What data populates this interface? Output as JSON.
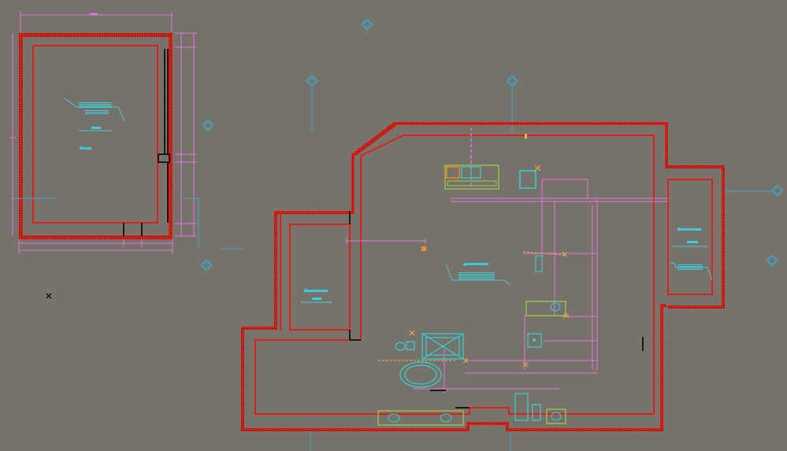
{
  "colors": {
    "background": "#77726a",
    "wall_outer": "#e0201b",
    "wall_hatch": "#b81c18",
    "dimension": "#e070e0",
    "annotation": "#3fc8d6",
    "axis": "#3aa6c8",
    "fixture_green": "#9ad04a",
    "fixture_cyan": "#2fd0d8",
    "marker_orange": "#f08a1c",
    "marker_yellow": "#e8b43a",
    "dark": "#1a1a1a"
  },
  "drawing": {
    "view": "cad-floor-plan",
    "rooms": [
      "left-room",
      "main-room",
      "west-annex",
      "east-annex"
    ],
    "axis_markers": 7,
    "cross_mark_icon": "x-mark-icon"
  }
}
